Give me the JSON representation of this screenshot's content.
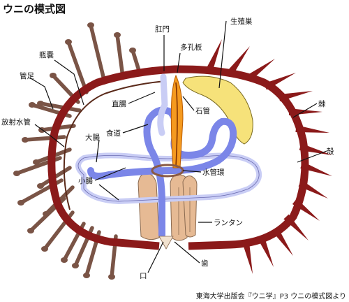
{
  "title": "ウニの模式図",
  "credit": "東海大学出版会『ウニ学』P3 ウニの模式図より",
  "labels": {
    "anus": "肛門",
    "madreporite": "多孔板",
    "gonad": "生殖巣",
    "ampulla": "瓶嚢",
    "tube_foot": "管足",
    "rectum": "直腸",
    "stone_canal": "石管",
    "spine": "棘",
    "radial_canal": "放射水管",
    "esophagus": "食道",
    "large_intestine": "大腸",
    "test": "殻",
    "ring_canal": "水管環",
    "small_intestine": "小腸",
    "lantern": "ランタン",
    "mouth": "口",
    "tooth": "歯"
  },
  "colors": {
    "test": "#8b1a1a",
    "tube_feet": "#7a5446",
    "gut_dark": "#7b86e8",
    "gut_light": "#c9cdf5",
    "stone_canal": "#f59a1f",
    "gonad": "#f6e27a",
    "lantern": "#e6ba94",
    "ring_canal": "#8a5a44"
  }
}
